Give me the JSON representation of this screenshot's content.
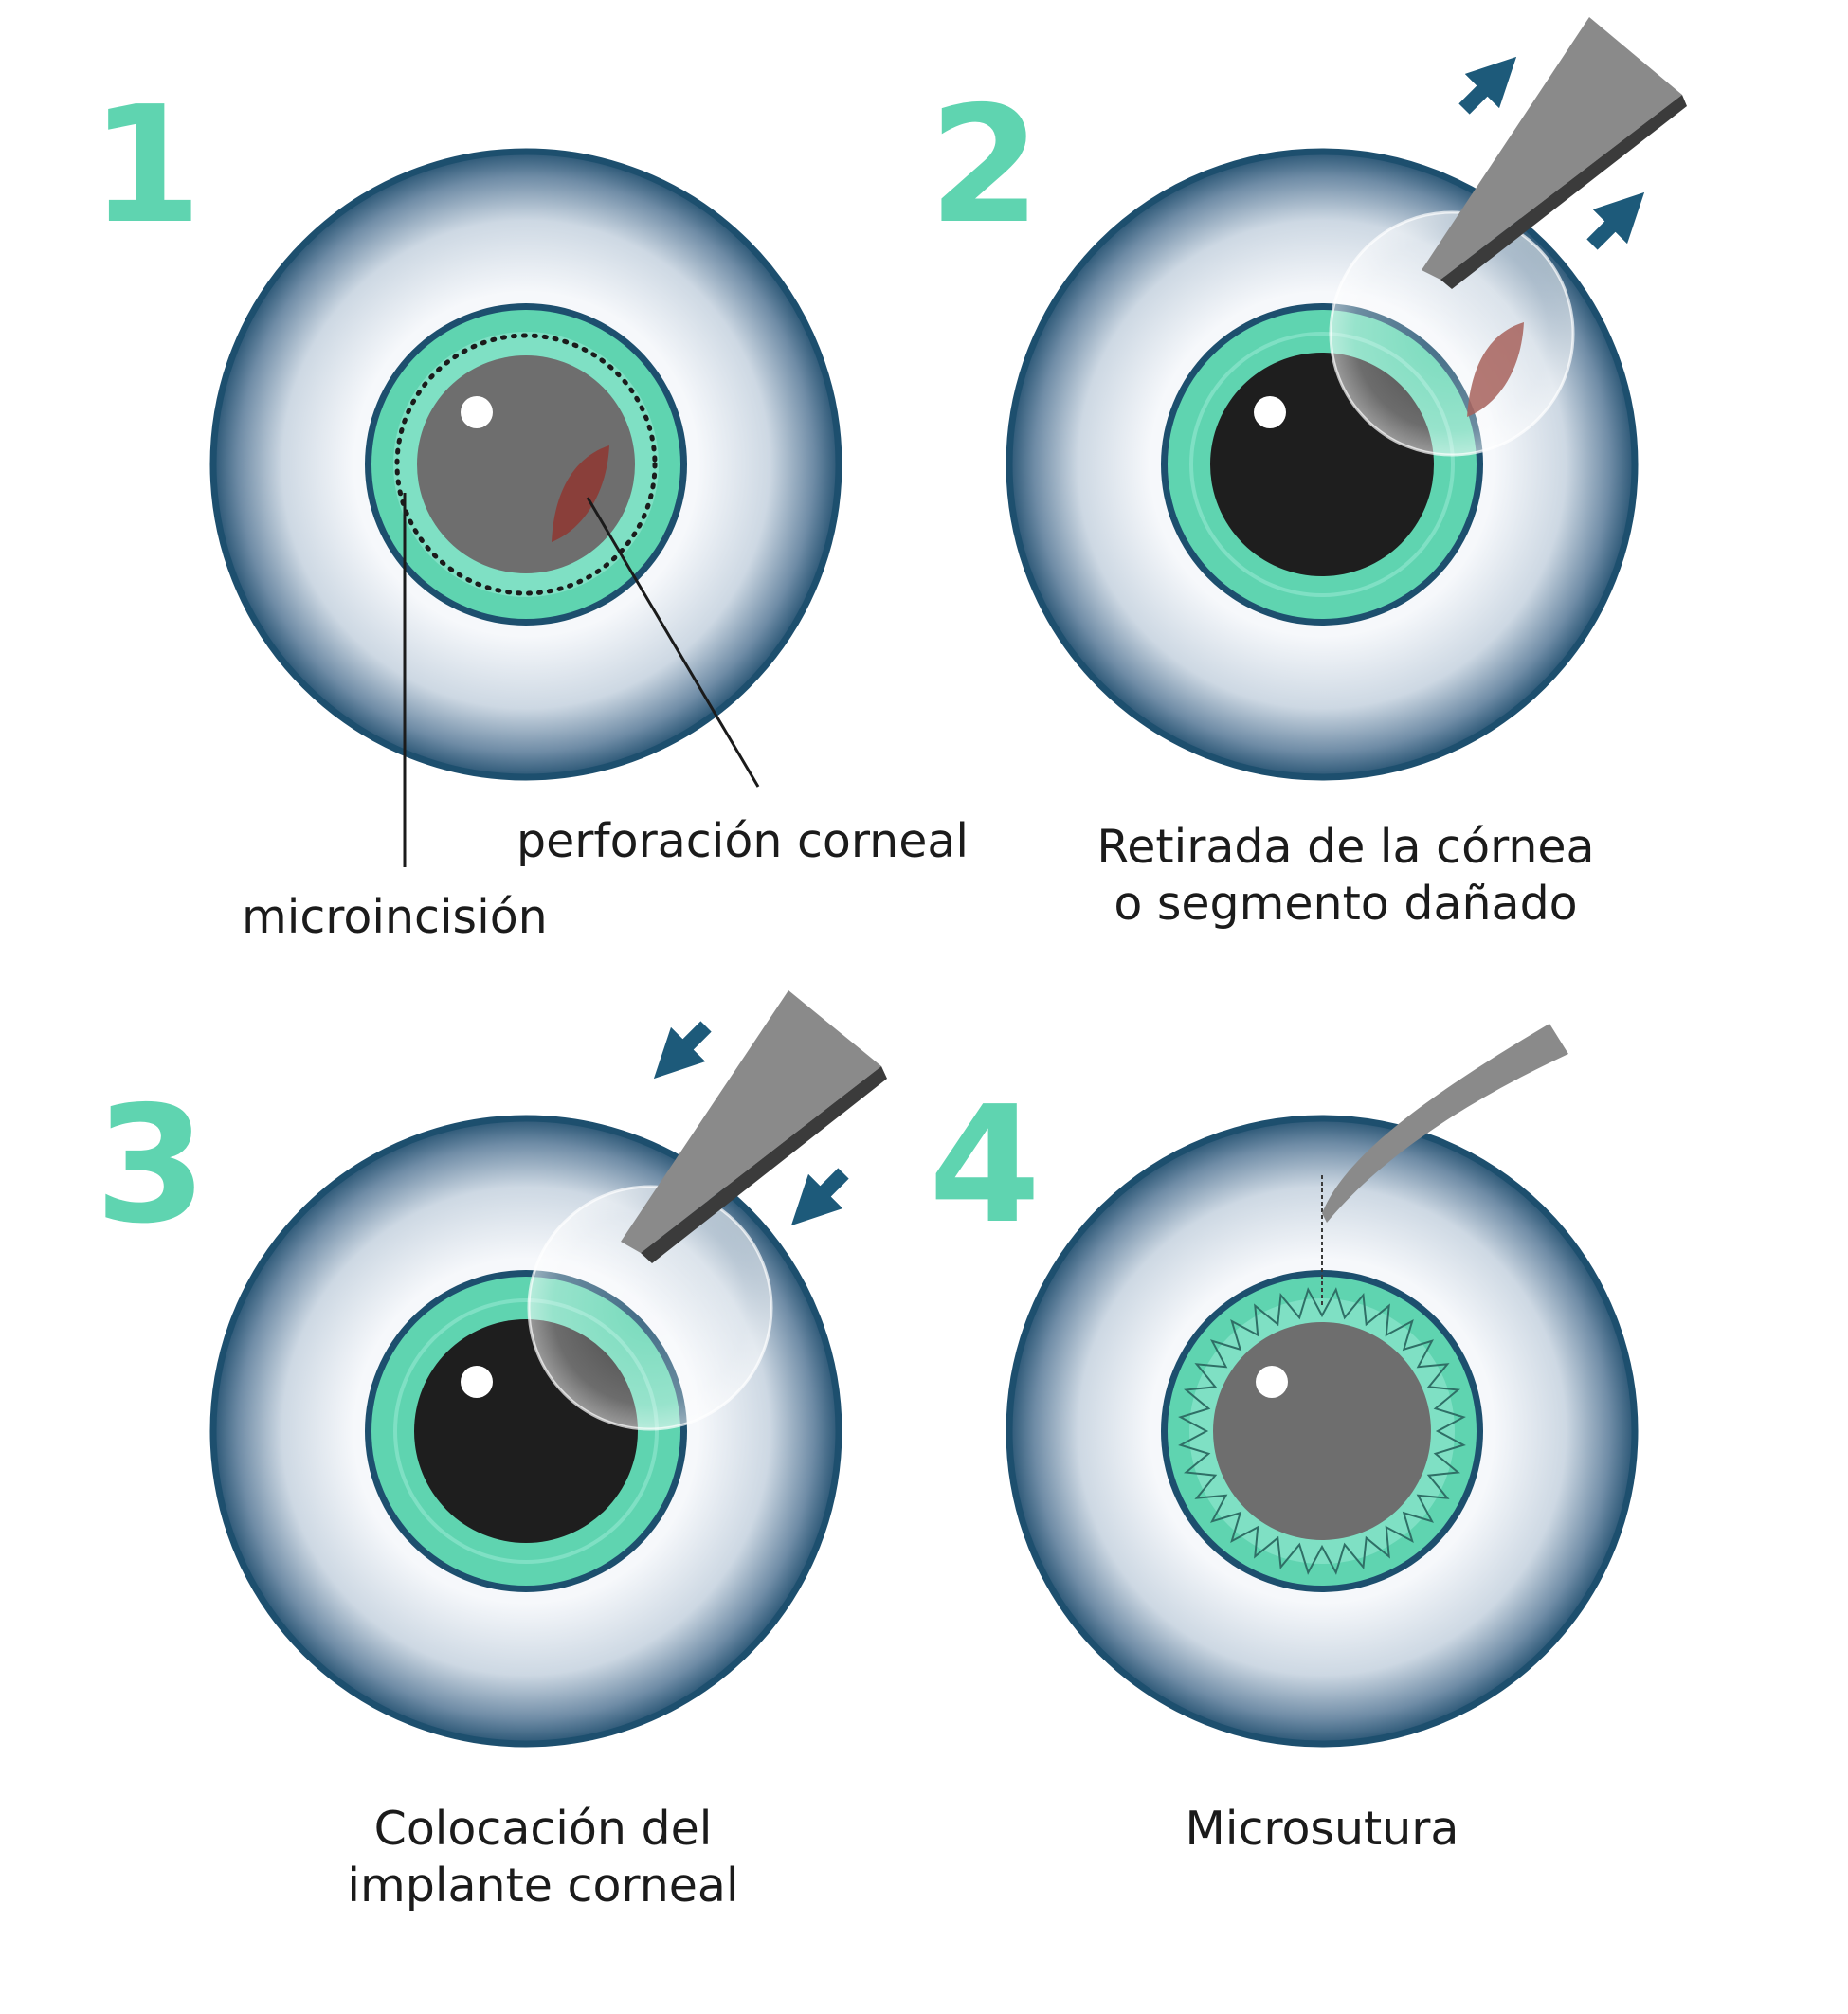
{
  "colors": {
    "accent": "#5fd4b0",
    "sclera_edge": "#1d4f6e",
    "iris_inner": "#7fe0c4",
    "pupil_dark": "#1e1e1e",
    "pupil_grey": "#6e6e6e",
    "wound": "#8a3f3a",
    "arrow": "#1d5a7a",
    "instrument": "#8a8a8a"
  },
  "steps": [
    {
      "number": "1",
      "labels": [
        "perforación corneal",
        "microincisión"
      ]
    },
    {
      "number": "2",
      "caption_line1": "Retirada de la córnea",
      "caption_line2": "o segmento dañado"
    },
    {
      "number": "3",
      "caption_line1": "Colocación del",
      "caption_line2": "implante corneal"
    },
    {
      "number": "4",
      "caption_line1": "Microsutura"
    }
  ]
}
